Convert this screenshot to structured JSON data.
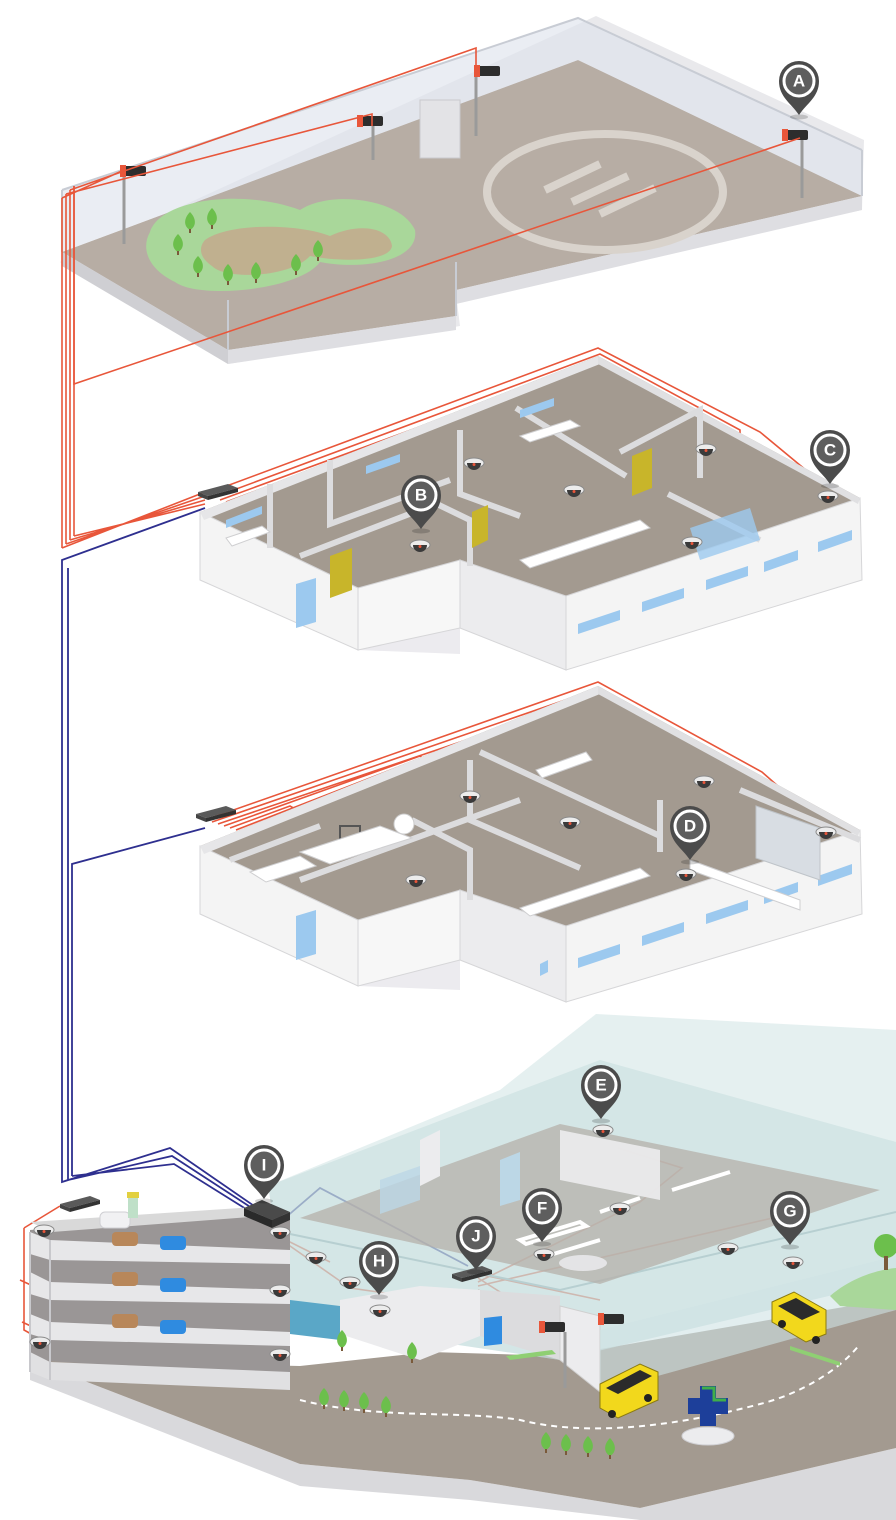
{
  "colors": {
    "cable_red": "#e8563a",
    "cable_blue": "#2e2f8f",
    "floor_grey": "#a39a90",
    "wall_white": "#f4f4f4",
    "glass": "#cfe3e4",
    "window_blue": "#9cc9ef",
    "door_yellow": "#c8b52a",
    "pin_dark": "#4b4b4b",
    "grass": "#a9d79a",
    "tree": "#6cbf4c"
  },
  "markers": [
    {
      "id": "A",
      "label": "A"
    },
    {
      "id": "B",
      "label": "B"
    },
    {
      "id": "C",
      "label": "C"
    },
    {
      "id": "D",
      "label": "D"
    },
    {
      "id": "E",
      "label": "E"
    },
    {
      "id": "F",
      "label": "F"
    },
    {
      "id": "G",
      "label": "G"
    },
    {
      "id": "H",
      "label": "H"
    },
    {
      "id": "I",
      "label": "I"
    },
    {
      "id": "J",
      "label": "J"
    }
  ],
  "icons": {
    "bullet_camera": "bullet-camera-icon",
    "dome_camera": "dome-camera-icon",
    "network_switch": "network-switch-icon",
    "nvr": "nvr-recorder-icon",
    "hospital_cross": "medical-cross-icon",
    "bus": "bus-icon",
    "car": "car-icon"
  }
}
